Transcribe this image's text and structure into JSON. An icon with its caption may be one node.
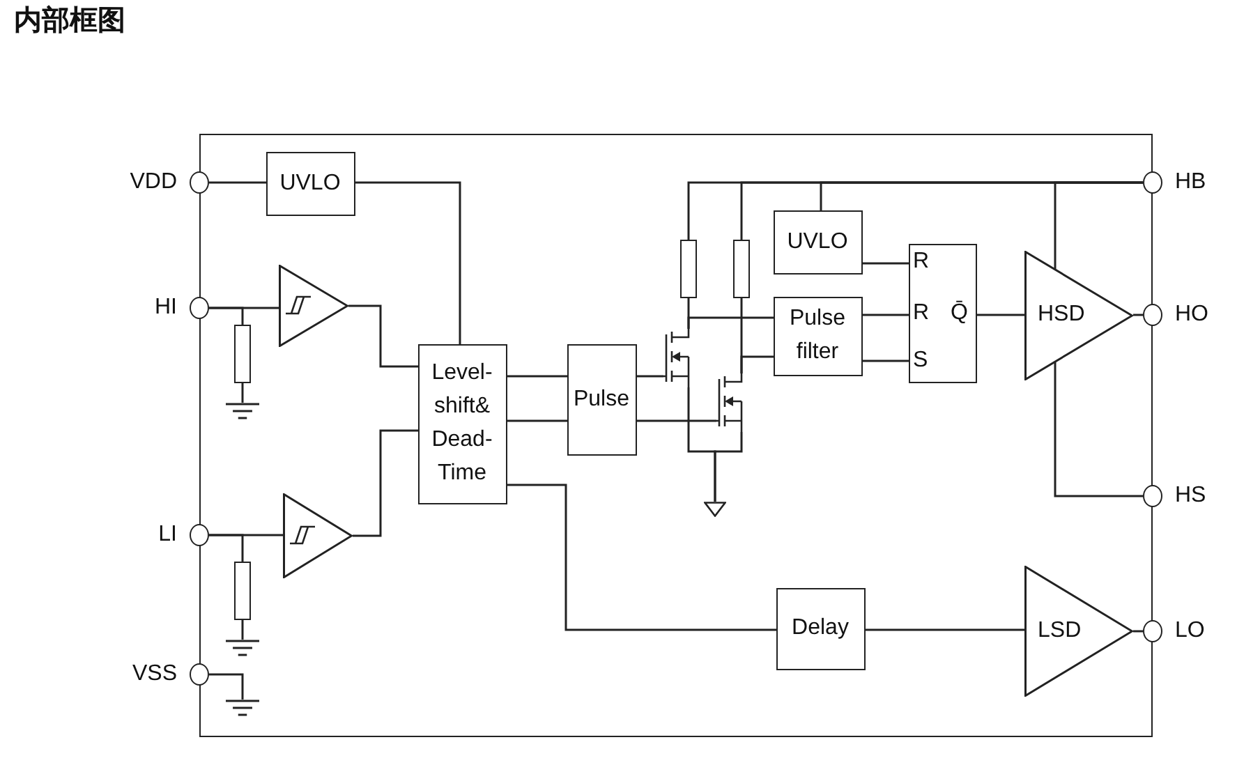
{
  "diagram": {
    "title": "内部框图",
    "nodes": [
      {
        "text": [],
        "shape": "box"
      },
      {
        "text": [],
        "shape": "circle",
        "beside": [
          "VDD"
        ]
      },
      {
        "text": [
          "UVLO"
        ],
        "in": 0
      },
      {
        "text": [],
        "shape": "circle",
        "beside": [
          "HI"
        ]
      },
      {
        "text": [],
        "shape": "triangle",
        "in": 0
      },
      {
        "text": [],
        "shape": "resistor",
        "in": 0
      },
      {
        "text": [],
        "shape": "ground",
        "in": 0
      },
      {
        "text": [
          "Level- shift& Dead- Time"
        ],
        "in": 0
      },
      {
        "text": [],
        "shape": "circle",
        "beside": [
          "LI"
        ]
      },
      {
        "text": [],
        "shape": "triangle",
        "in": 0
      },
      {
        "text": [],
        "shape": "resistor",
        "in": 0
      },
      {
        "text": [],
        "shape": "ground",
        "in": 0
      },
      {
        "text": [],
        "shape": "circle",
        "beside": [
          "VSS"
        ]
      },
      {
        "text": [],
        "shape": "ground",
        "in": 0
      },
      {
        "text": [
          "Pulse"
        ],
        "in": 0
      },
      {
        "text": [],
        "shape": "resistor",
        "in": 0
      },
      {
        "text": [],
        "shape": "resistor",
        "in": 0
      },
      {
        "text": [],
        "shape": "transistor",
        "in": 0
      },
      {
        "text": [],
        "shape": "transistor",
        "in": 0
      },
      {
        "text": [],
        "shape": "ground",
        "in": 0
      },
      {
        "text": [
          "UVLO"
        ],
        "in": 0
      },
      {
        "text": [
          "Pulse filter"
        ],
        "in": 0
      },
      {
        "text": [
          "R",
          "R",
          "S",
          "Q̄"
        ],
        "in": 0
      },
      {
        "text": [
          "HSD"
        ],
        "in": 0
      },
      {
        "text": [],
        "shape": "circle",
        "beside": [
          "HB"
        ]
      },
      {
        "text": [],
        "shape": "circle",
        "beside": [
          "HO"
        ]
      },
      {
        "text": [],
        "shape": "circle",
        "beside": [
          "HS"
        ]
      },
      {
        "text": [
          "Delay"
        ],
        "in": 0
      },
      {
        "text": [
          "LSD"
        ],
        "in": 0
      },
      {
        "text": [],
        "shape": "circle",
        "beside": [
          "LO"
        ]
      }
    ],
    "edges": [
      {
        "from": 1,
        "to": 2,
        "arrow": "none"
      },
      {
        "from": 2,
        "to": 7,
        "arrow": "none"
      },
      {
        "from": 3,
        "to": 4,
        "arrow": "none"
      },
      {
        "from": 3,
        "to": 5,
        "arrow": "none"
      },
      {
        "from": 5,
        "to": 6,
        "arrow": "none"
      },
      {
        "from": 4,
        "to": 7,
        "arrow": "none"
      },
      {
        "from": 8,
        "to": 9,
        "arrow": "none"
      },
      {
        "from": 8,
        "to": 10,
        "arrow": "none"
      },
      {
        "from": 10,
        "to": 11,
        "arrow": "none"
      },
      {
        "from": 9,
        "to": 7,
        "arrow": "none"
      },
      {
        "from": 12,
        "to": 13,
        "arrow": "none"
      },
      {
        "from": 7,
        "to": 14,
        "arrow": "none"
      },
      {
        "from": 7,
        "to": 14,
        "arrow": "none"
      },
      {
        "from": 7,
        "to": 27,
        "arrow": "none"
      },
      {
        "from": 14,
        "to": 17,
        "arrow": "none"
      },
      {
        "from": 14,
        "to": 18,
        "arrow": "none"
      },
      {
        "from": 15,
        "to": 17,
        "arrow": "none"
      },
      {
        "from": 16,
        "to": 18,
        "arrow": "none"
      },
      {
        "from": 17,
        "to": 21,
        "arrow": "none"
      },
      {
        "from": 18,
        "to": 21,
        "arrow": "none"
      },
      {
        "from": 17,
        "to": 19,
        "arrow": "none"
      },
      {
        "from": 18,
        "to": 19,
        "arrow": "none"
      },
      {
        "from": 24,
        "to": 15,
        "arrow": "none"
      },
      {
        "from": 24,
        "to": 16,
        "arrow": "none"
      },
      {
        "from": 24,
        "to": 20,
        "arrow": "none"
      },
      {
        "from": 24,
        "to": 23,
        "arrow": "none"
      },
      {
        "from": 20,
        "to": 22,
        "arrow": "none"
      },
      {
        "from": 21,
        "to": 22,
        "arrow": "none"
      },
      {
        "from": 21,
        "to": 22,
        "arrow": "none"
      },
      {
        "from": 22,
        "to": 23,
        "arrow": "none"
      },
      {
        "from": 23,
        "to": 25,
        "arrow": "none"
      },
      {
        "from": 23,
        "to": 26,
        "arrow": "none"
      },
      {
        "from": 27,
        "to": 28,
        "arrow": "none"
      },
      {
        "from": 28,
        "to": 29,
        "arrow": "none"
      }
    ]
  }
}
